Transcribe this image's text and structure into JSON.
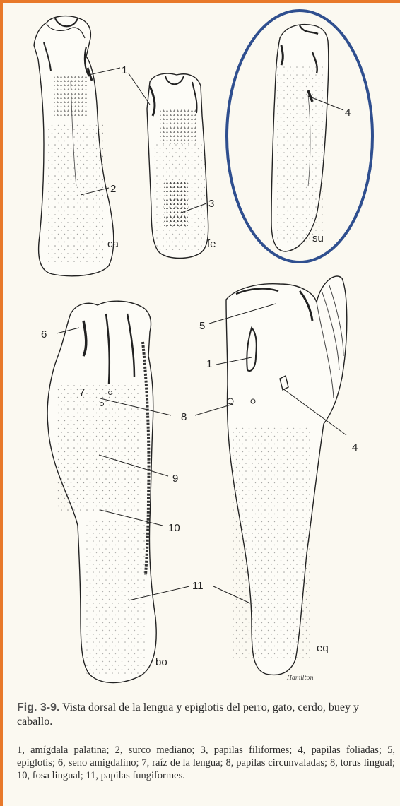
{
  "figure": {
    "number": "Fig. 3-9.",
    "title": "Vista dorsal de la lengua y epiglotis del perro, gato, cerdo, buey y caballo.",
    "legend": "1, amígdala palatina; 2, surco mediano; 3, papilas filiformes; 4, papilas foliadas; 5, epiglotis; 6, seno amigdalino; 7, raíz de la lengua; 8, papilas circunvaladas; 8, torus lingual; 10, fosa lingual; 11, papilas fungiformes.",
    "signature": "Hamilton"
  },
  "species": {
    "ca": "ca",
    "fe": "fe",
    "su": "su",
    "bo": "bo",
    "eq": "eq"
  },
  "labels": {
    "l1_top": "1",
    "l2": "2",
    "l3": "3",
    "l4_su": "4",
    "l5": "5",
    "l6": "6",
    "l1_eq": "1",
    "l7": "7",
    "l8": "8",
    "l9": "9",
    "l4_eq": "4",
    "l10": "10",
    "l11": "11"
  },
  "colors": {
    "frame": "#e8792a",
    "highlight_ellipse": "#2f4f8f",
    "ink": "#222222"
  }
}
